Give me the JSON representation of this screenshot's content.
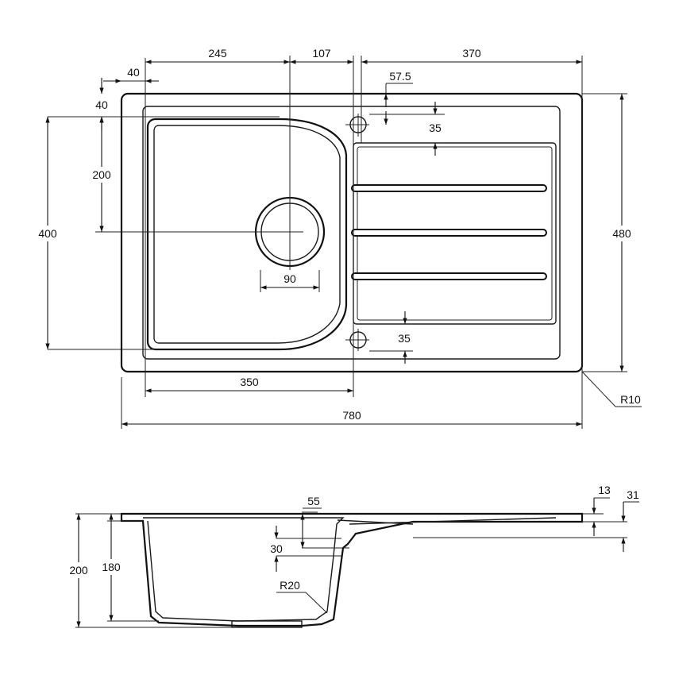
{
  "top_view": {
    "dim_245": "245",
    "dim_107": "107",
    "dim_370": "370",
    "dim_40_horizontal": "40",
    "dim_40_vertical": "40",
    "dim_57_5": "57.5",
    "dim_35_top": "35",
    "dim_200": "200",
    "dim_400": "400",
    "dim_480": "480",
    "dim_90": "90",
    "dim_35_bottom": "35",
    "dim_350": "350",
    "dim_780": "780",
    "dim_r10": "R10"
  },
  "side_view": {
    "dim_55": "55",
    "dim_13": "13",
    "dim_31": "31",
    "dim_30": "30",
    "dim_200": "200",
    "dim_180": "180",
    "dim_r20": "R20"
  }
}
